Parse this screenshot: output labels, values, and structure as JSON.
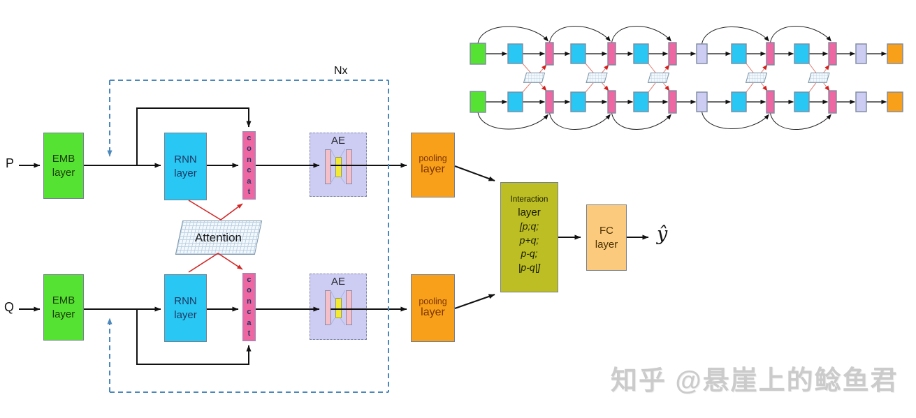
{
  "watermark": "知乎 @悬崖上的鲶鱼君",
  "colors": {
    "emb_green": "#55e232",
    "rnn_cyan": "#29c7f3",
    "concat_pink": "#ee67a2",
    "ae_lavender": "#cdcdf4",
    "pooling_orange": "#f9a01b",
    "interaction_olive": "#bcbe23",
    "fc_tan": "#fcca7d",
    "ae_bar_pink": "#f5bfc9",
    "ae_bar_yellow": "#f3ea33",
    "loop_dashed_blue": "#4a87bb",
    "attention_red": "#d22626",
    "wire_black": "#111111"
  },
  "main_diagram": {
    "input_p": "P",
    "input_q": "Q",
    "loop_label": "Nx",
    "emb_label": "EMB\nlayer",
    "rnn_label": "RNN\nlayer",
    "concat_label": "concat",
    "attention_label": "Attention",
    "ae_label": "AE",
    "pooling_line1": "pooling",
    "pooling_line2": "layer",
    "interaction_lines": [
      "Interaction",
      "layer",
      "[p;q;",
      "p+q;",
      "p-q;",
      "|p-q|]"
    ],
    "fc_label": "FC\nlayer",
    "output_label": "ŷ"
  },
  "mini_diagram": {
    "row_centers": [
      77,
      146
    ],
    "sequence": [
      "input",
      "rnn",
      "concat",
      "rnn",
      "concat",
      "rnn",
      "concat",
      "ae",
      "rnn",
      "concat",
      "rnn",
      "concat",
      "ae",
      "pooling"
    ],
    "x_positions": [
      673,
      727,
      781,
      817,
      870,
      907,
      957,
      997,
      1047,
      1097,
      1137,
      1186,
      1225,
      1270
    ],
    "styles": {
      "input": {
        "w": 22,
        "h": 30,
        "fill": "#55e232"
      },
      "rnn": {
        "w": 21,
        "h": 28,
        "fill": "#29c7f3"
      },
      "concat": {
        "w": 11,
        "h": 32,
        "fill": "#ee67a2"
      },
      "ae": {
        "w": 15,
        "h": 28,
        "fill": "#cdcdf4"
      },
      "pooling": {
        "w": 22,
        "h": 28,
        "fill": "#f9a01b"
      }
    },
    "arcs": [
      [
        0,
        2
      ],
      [
        2,
        4
      ],
      [
        4,
        6
      ],
      [
        7,
        9
      ],
      [
        9,
        11
      ]
    ],
    "attention_crosses": [
      [
        1,
        2
      ],
      [
        3,
        4
      ],
      [
        5,
        6
      ],
      [
        8,
        9
      ],
      [
        10,
        11
      ]
    ]
  }
}
